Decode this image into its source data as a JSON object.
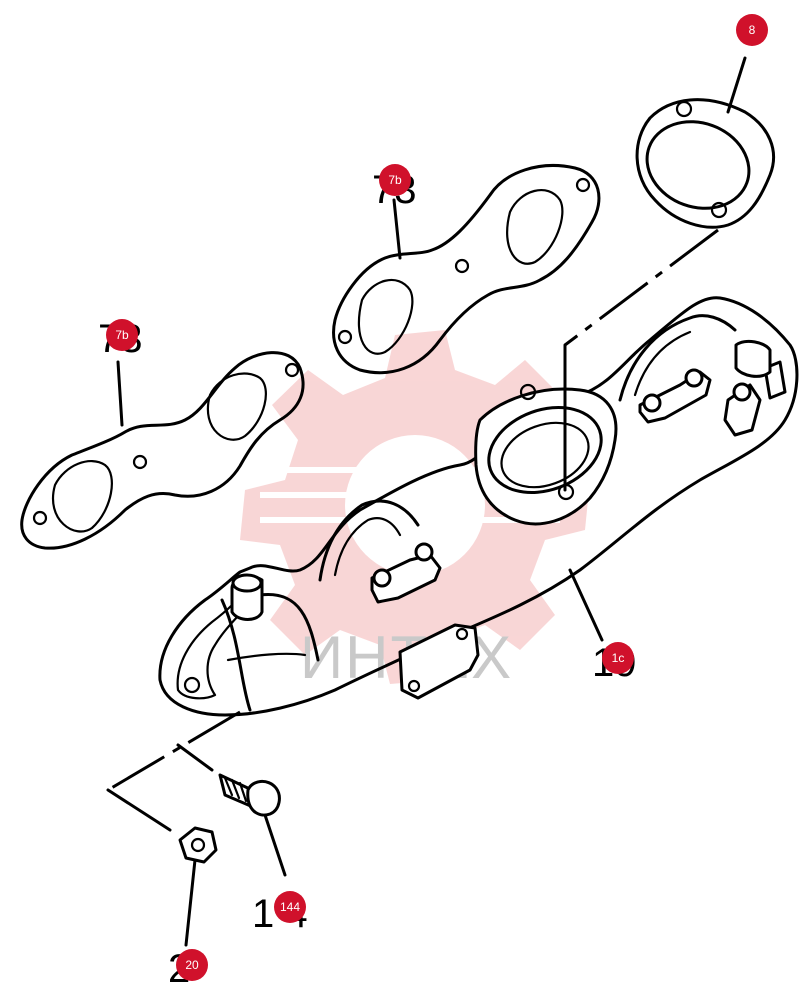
{
  "watermark": {
    "text": "ИНТЕХ",
    "color": "#f4b5b5",
    "text_color": "#c9c9c9"
  },
  "badge_color": "#d0112b",
  "parts": [
    {
      "id": "p8",
      "printed": "",
      "badge": "8"
    },
    {
      "id": "p7b1",
      "printed": "73",
      "badge": "7b"
    },
    {
      "id": "p7b2",
      "printed": "73",
      "badge": "7b"
    },
    {
      "id": "p1c",
      "printed": "19",
      "badge": "1c"
    },
    {
      "id": "p144",
      "printed": "1 4",
      "badge": "144"
    },
    {
      "id": "p20",
      "printed": "2",
      "badge": "20"
    }
  ]
}
